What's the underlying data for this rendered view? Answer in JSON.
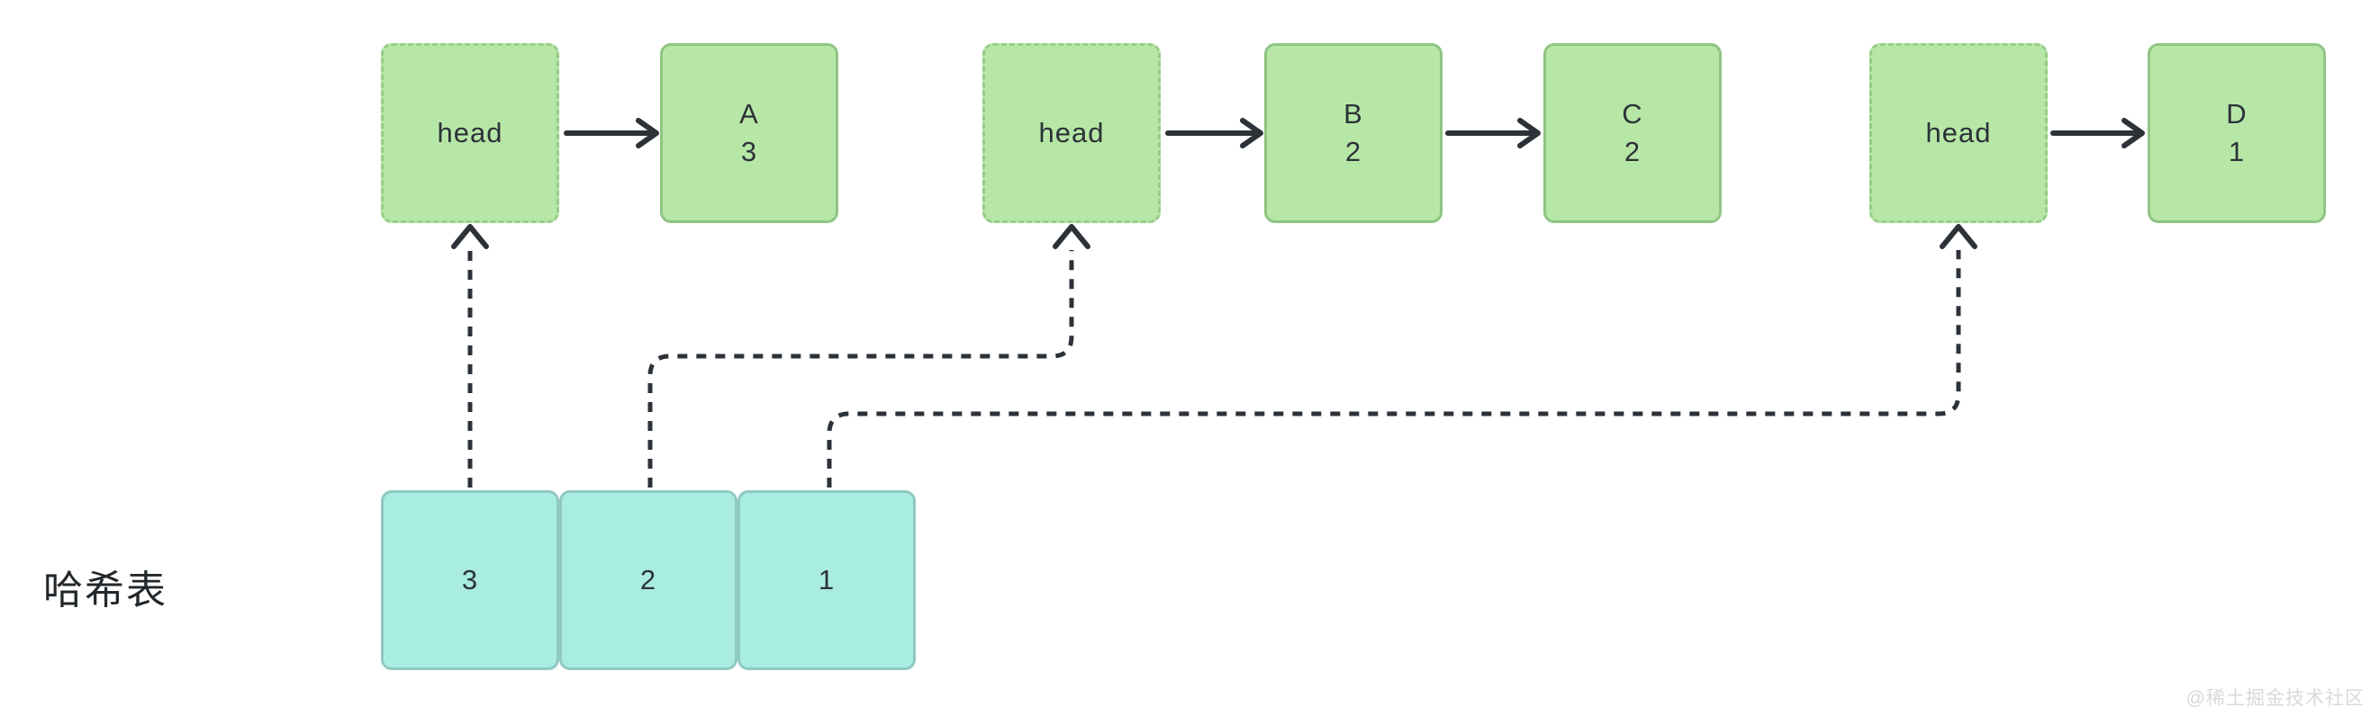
{
  "diagram": {
    "hash_table_label": "哈希表",
    "watermark": "@稀土掘金技术社区",
    "lists": [
      {
        "head_label": "head",
        "nodes": [
          {
            "key": "A",
            "hash": "3"
          }
        ]
      },
      {
        "head_label": "head",
        "nodes": [
          {
            "key": "B",
            "hash": "2"
          },
          {
            "key": "C",
            "hash": "2"
          }
        ]
      },
      {
        "head_label": "head",
        "nodes": [
          {
            "key": "D",
            "hash": "1"
          }
        ]
      }
    ],
    "hash_cells": [
      {
        "value": "3"
      },
      {
        "value": "2"
      },
      {
        "value": "1"
      }
    ],
    "colors": {
      "node_fill": "#b7e7a7",
      "node_border": "#8fc583",
      "head_border": "#97cc88",
      "cell_fill": "#a9ece1",
      "cell_border": "#8fc9c1",
      "ink": "#2c3238",
      "watermark": "#d9d9d9"
    }
  }
}
